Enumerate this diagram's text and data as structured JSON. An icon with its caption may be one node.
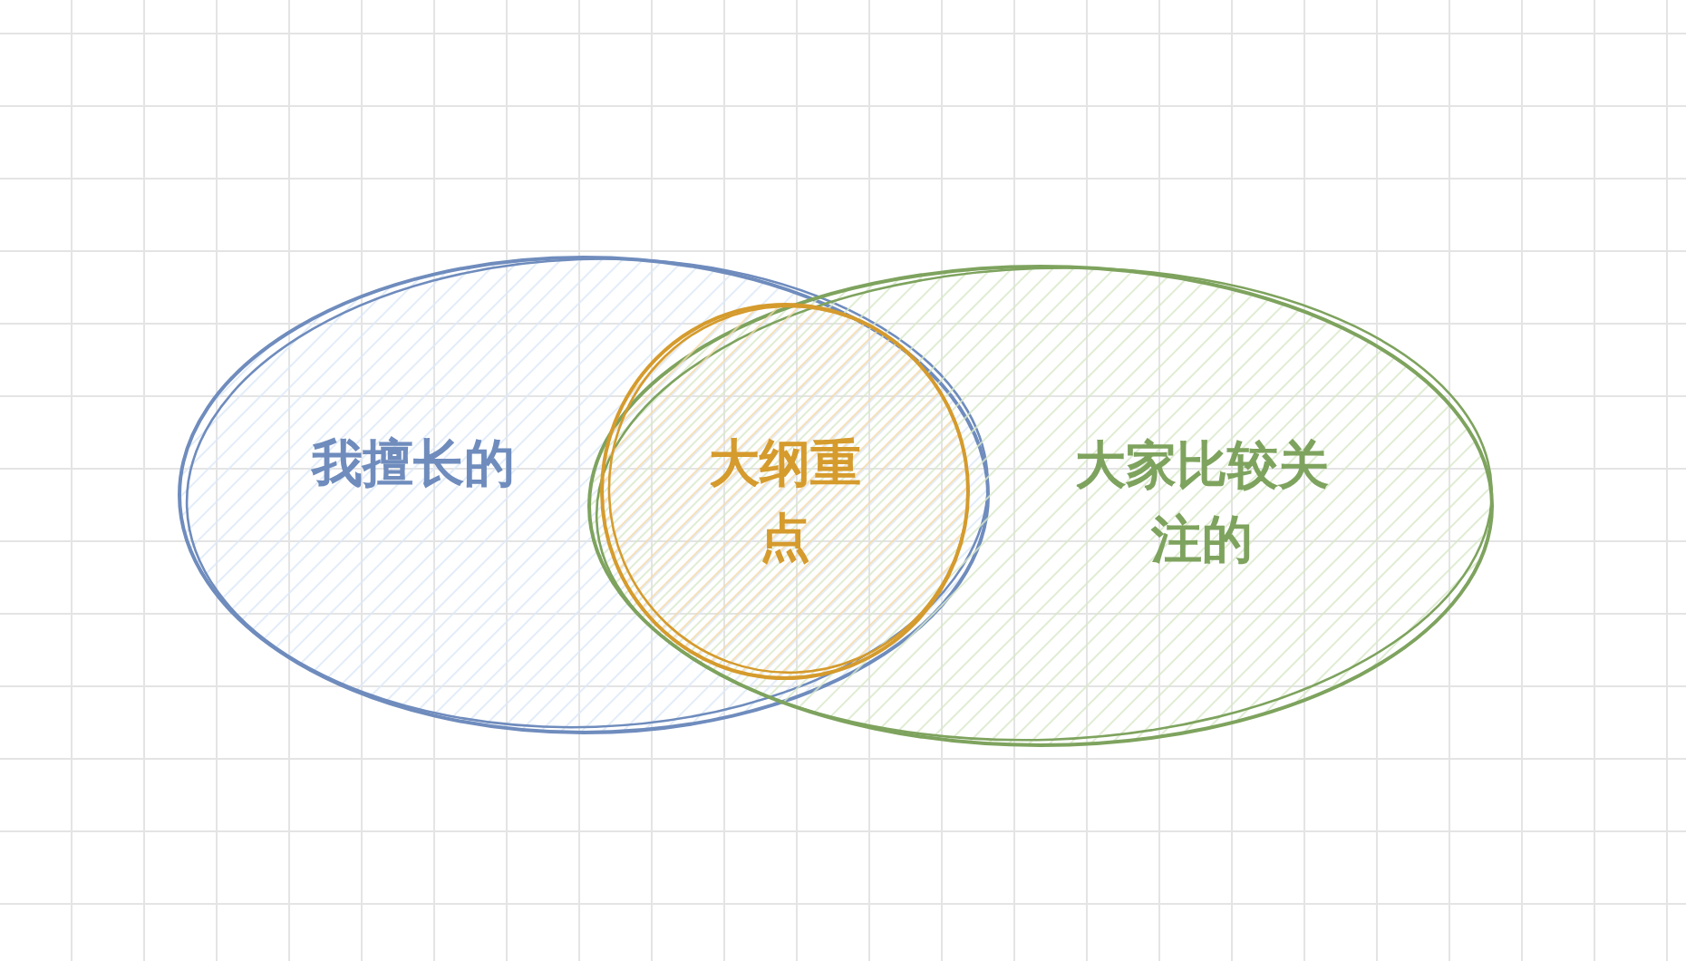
{
  "diagram": {
    "nodes": [
      {
        "text": [
          "我擅长的"
        ]
      },
      {
        "text": [
          "大纲重点"
        ]
      },
      {
        "text": [
          "大家比较关注的"
        ]
      }
    ]
  }
}
